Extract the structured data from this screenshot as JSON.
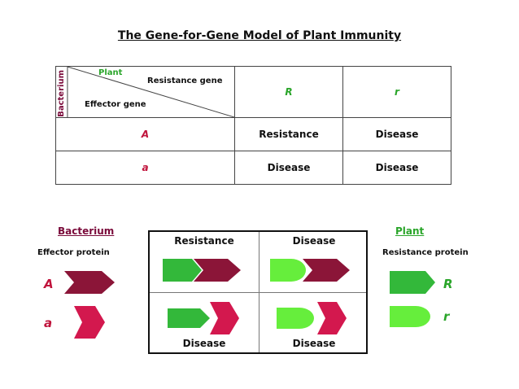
{
  "title": "The Gene-for-Gene Model of Plant Immunity",
  "table": {
    "corner": {
      "bacterium": "Bacterium",
      "plant": "Plant",
      "resistance_gene": "Resistance gene",
      "effector_gene": "Effector gene"
    },
    "col_headers": [
      "R",
      "r"
    ],
    "rows": [
      {
        "header": "A",
        "cells": [
          "Resistance",
          "Disease"
        ]
      },
      {
        "header": "a",
        "cells": [
          "Disease",
          "Disease"
        ]
      }
    ]
  },
  "bacterium": {
    "title": "Bacterium",
    "subtitle": "Effector protein",
    "alleles": [
      "A",
      "a"
    ]
  },
  "plant": {
    "title": "Plant",
    "subtitle": "Resistance protein",
    "alleles": [
      "R",
      "r"
    ]
  },
  "interaction_box": {
    "top_left": "Resistance",
    "top_right": "Disease",
    "bottom_left": "Disease",
    "bottom_right": "Disease"
  },
  "colors": {
    "effector_A": "#8b1538",
    "effector_a": "#d3184e",
    "resistance_R": "#33b83a",
    "resistance_r": "#66ee3c"
  }
}
